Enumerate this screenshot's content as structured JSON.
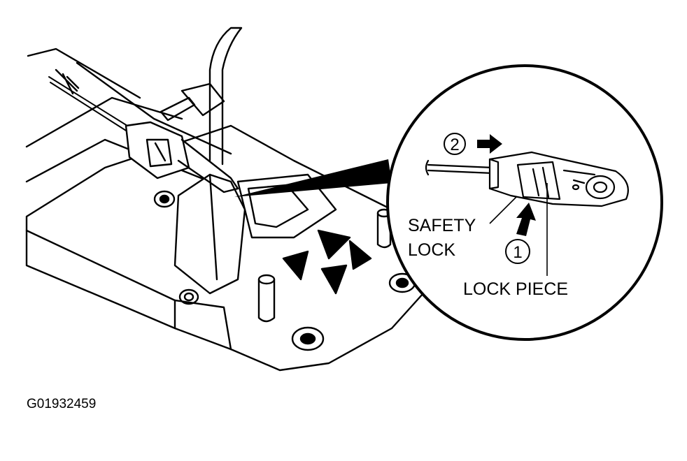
{
  "figure_code": "G01932459",
  "callouts": {
    "step_1": "1",
    "step_2": "2",
    "safety_lock_line1": "SAFETY",
    "safety_lock_line2": "LOCK",
    "lock_piece": "LOCK PIECE"
  },
  "colors": {
    "ink": "#000000",
    "paper": "#ffffff"
  }
}
